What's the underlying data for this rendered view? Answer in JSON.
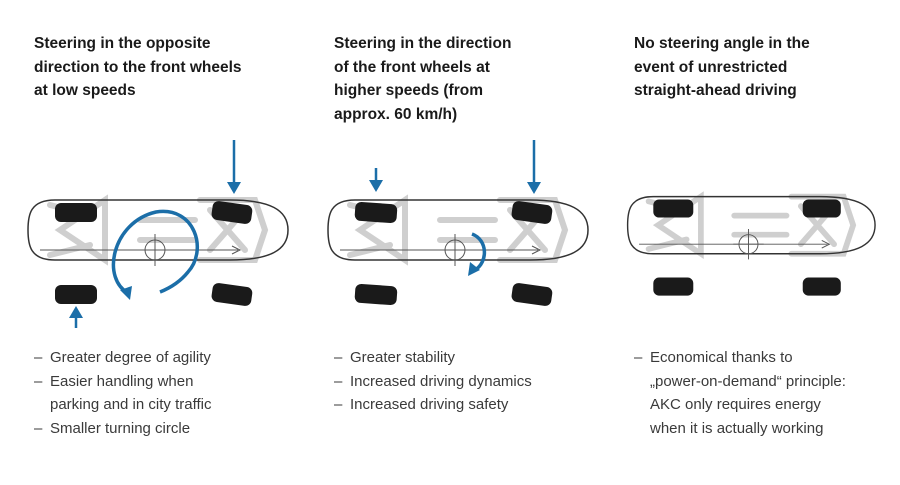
{
  "colors": {
    "accent_blue": "#1b6ea8",
    "tire": "#1a1a1a",
    "body_outline": "#333333",
    "chassis_gray": "#cfcfcf"
  },
  "panels": [
    {
      "id": "low-speed",
      "heading_lines": [
        "Steering in the opposite",
        "direction to the front wheels",
        "at low speeds"
      ],
      "bullets": [
        {
          "lines": [
            "Greater degree of agility"
          ]
        },
        {
          "lines": [
            "Easier handling when",
            "parking and in city traffic"
          ]
        },
        {
          "lines": [
            "Smaller turning circle"
          ]
        }
      ]
    },
    {
      "id": "high-speed",
      "heading_lines": [
        "Steering in the direction",
        "of the front wheels at",
        "higher speeds (from",
        "approx. 60 km/h)"
      ],
      "bullets": [
        {
          "lines": [
            "Greater stability"
          ]
        },
        {
          "lines": [
            "Increased driving dynamics"
          ]
        },
        {
          "lines": [
            "Increased driving safety"
          ]
        }
      ]
    },
    {
      "id": "straight-ahead",
      "heading_lines": [
        "No steering angle in the",
        "event of unrestricted",
        "straight-ahead driving"
      ],
      "bullets": [
        {
          "lines": [
            "Economical thanks to",
            "„power-on-demand“ principle:",
            "AKC only requires energy",
            "when it is actually working"
          ]
        }
      ]
    }
  ]
}
